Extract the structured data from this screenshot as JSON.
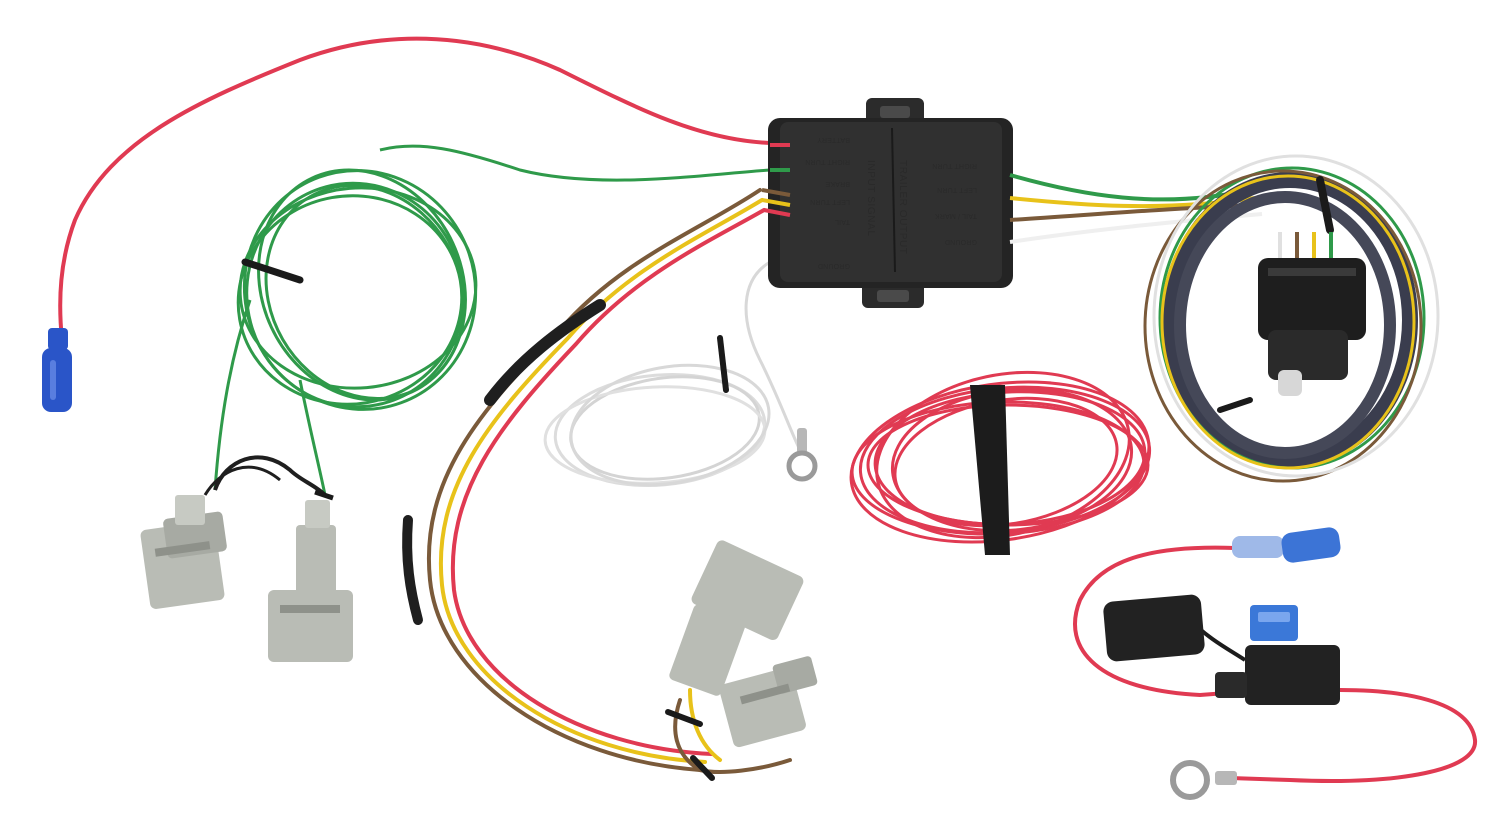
{
  "module": {
    "inputs_title": "INPUT SIGNAL",
    "outputs_title": "TRAILER OUTPUT",
    "left_labels": [
      "BATTERY",
      "RIGHT TURN",
      "BRAKE",
      "LEFT TURN",
      "TAIL",
      "GROUND"
    ],
    "right_labels": [
      "RIGHT TURN",
      "LEFT TURN",
      "TAIL / MARK",
      "GROUND"
    ]
  },
  "colors": {
    "background": "#ffffff",
    "module_body": "#2b2b2b",
    "wire_red": "#e03a52",
    "wire_green": "#2f9a4a",
    "wire_brown": "#7a5a3a",
    "wire_yellow": "#e8c21a",
    "wire_white": "#f2f2f2",
    "connector_grey": "#b9bcb5",
    "fuse_blue": "#3b78d8",
    "butt_connector_blue": "#2a55c8"
  },
  "icons": [
    "wiring-module",
    "trailer-4-flat-connector",
    "vehicle-plug-connector",
    "fuse-holder",
    "ring-terminal",
    "butt-connector",
    "zip-tie"
  ]
}
